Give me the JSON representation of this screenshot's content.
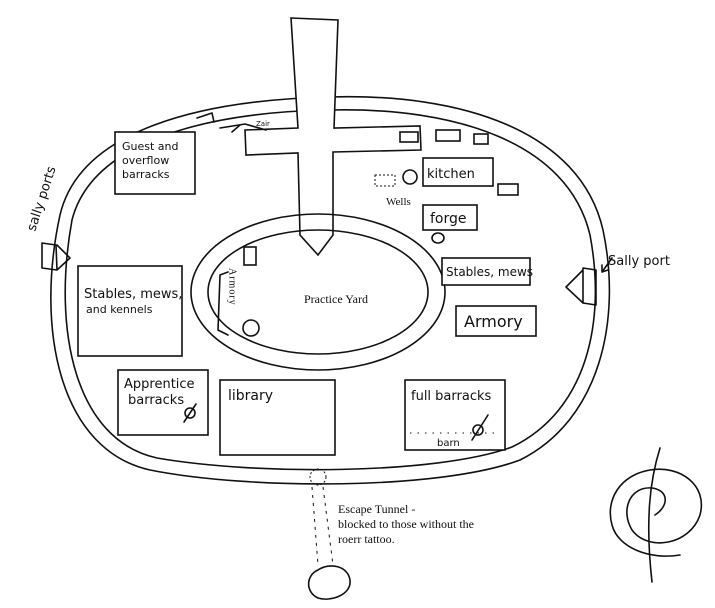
{
  "map": {
    "labels": {
      "sally_ports_left": "sally ports",
      "sally_port_right": "Sally port",
      "guest_barracks_1": "Guest and",
      "guest_barracks_2": "overflow",
      "guest_barracks_3": "barracks",
      "zair": "Zair",
      "kitchen": "kitchen",
      "wells": "Wells",
      "forge": "forge",
      "stables_mews_right": "Stables, mews",
      "armory_right": "Armory",
      "stables_left_1": "Stables, mews,",
      "stables_left_2": "and kennels",
      "armory_inner": "Armory",
      "practice_yard": "Practice Yard",
      "apprentice_1": "Apprentice",
      "apprentice_2": "barracks",
      "library": "library",
      "full_barracks": "full barracks",
      "barn": "barn",
      "escape_1": "Escape Tunnel -",
      "escape_2": "blocked to those without the",
      "escape_3": "roerr tattoo."
    }
  }
}
